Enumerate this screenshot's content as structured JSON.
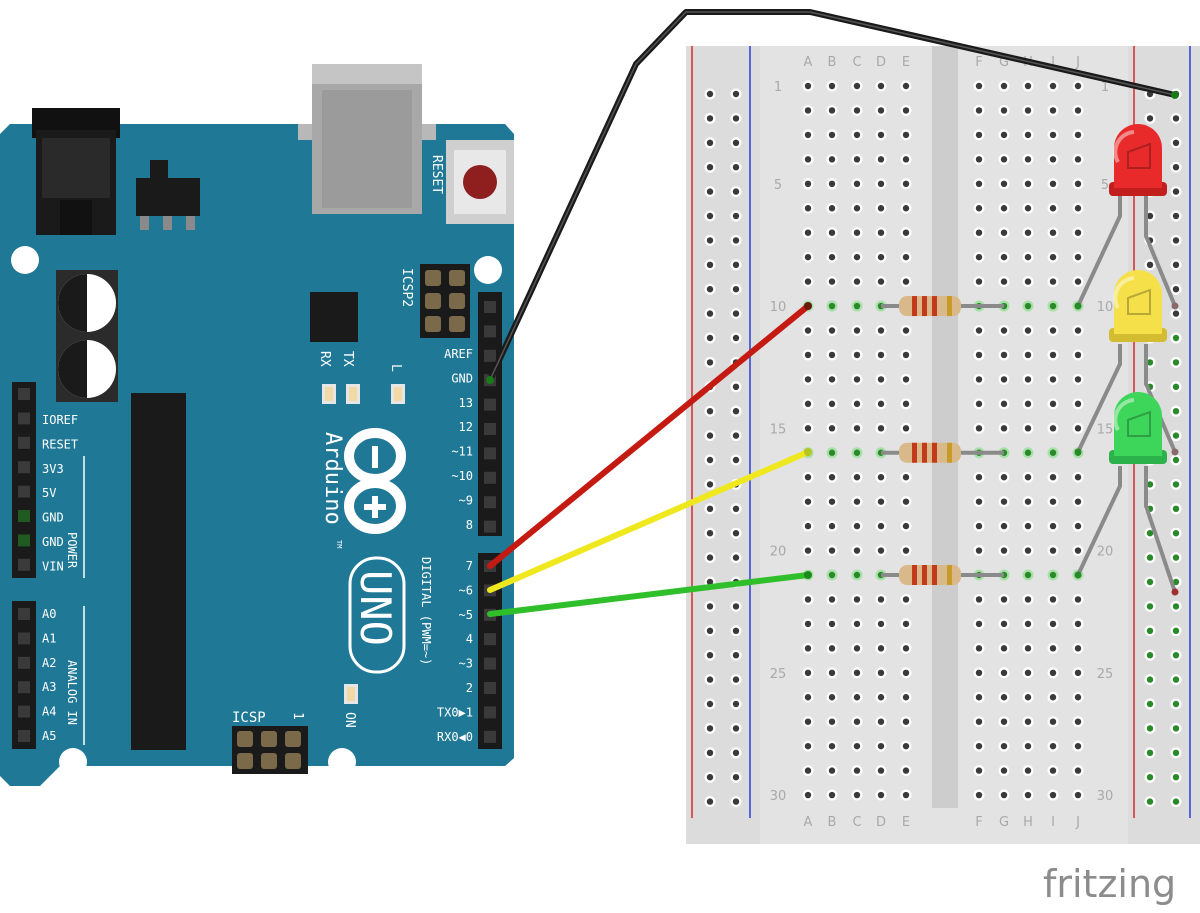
{
  "board": {
    "reset": "RESET",
    "icsp2": "ICSP2",
    "icsp": "ICSP",
    "icsp_num": "1",
    "rx": "RX",
    "tx": "TX",
    "l": "L",
    "on": "ON",
    "brand": "Arduino",
    "tm": "TM",
    "model": "UNO",
    "digital": "DIGITAL (PWM=~)",
    "power": "POWER",
    "analog": "ANALOG IN",
    "top_pins": [
      "AREF",
      "GND",
      "13",
      "12",
      "~11",
      "~10",
      "~9",
      "8"
    ],
    "bottom_pins": [
      "7",
      "~6",
      "~5",
      "4",
      "~3",
      "2",
      "TX0▶1",
      "RX0◀0"
    ],
    "power_pins": [
      "IOREF",
      "RESET",
      "3V3",
      "5V",
      "GND",
      "GND",
      "VIN"
    ],
    "analog_pins": [
      "A0",
      "A1",
      "A2",
      "A3",
      "A4",
      "A5"
    ]
  },
  "breadboard": {
    "columns_left": [
      "A",
      "B",
      "C",
      "D",
      "E"
    ],
    "columns_right": [
      "F",
      "G",
      "H",
      "I",
      "J"
    ],
    "row_numbers": [
      "1",
      "5",
      "10",
      "15",
      "20",
      "25",
      "30"
    ]
  },
  "watermark": "fritzing",
  "colors": {
    "board_teal": "#1f7896",
    "wire_black": "#1a1a1a",
    "wire_red": "#c41a12",
    "wire_yellow": "#f0e81e",
    "wire_green": "#2fbf2b",
    "led_red": "#e82a2a",
    "led_yellow": "#f5e04a",
    "led_green": "#3ed65a"
  }
}
